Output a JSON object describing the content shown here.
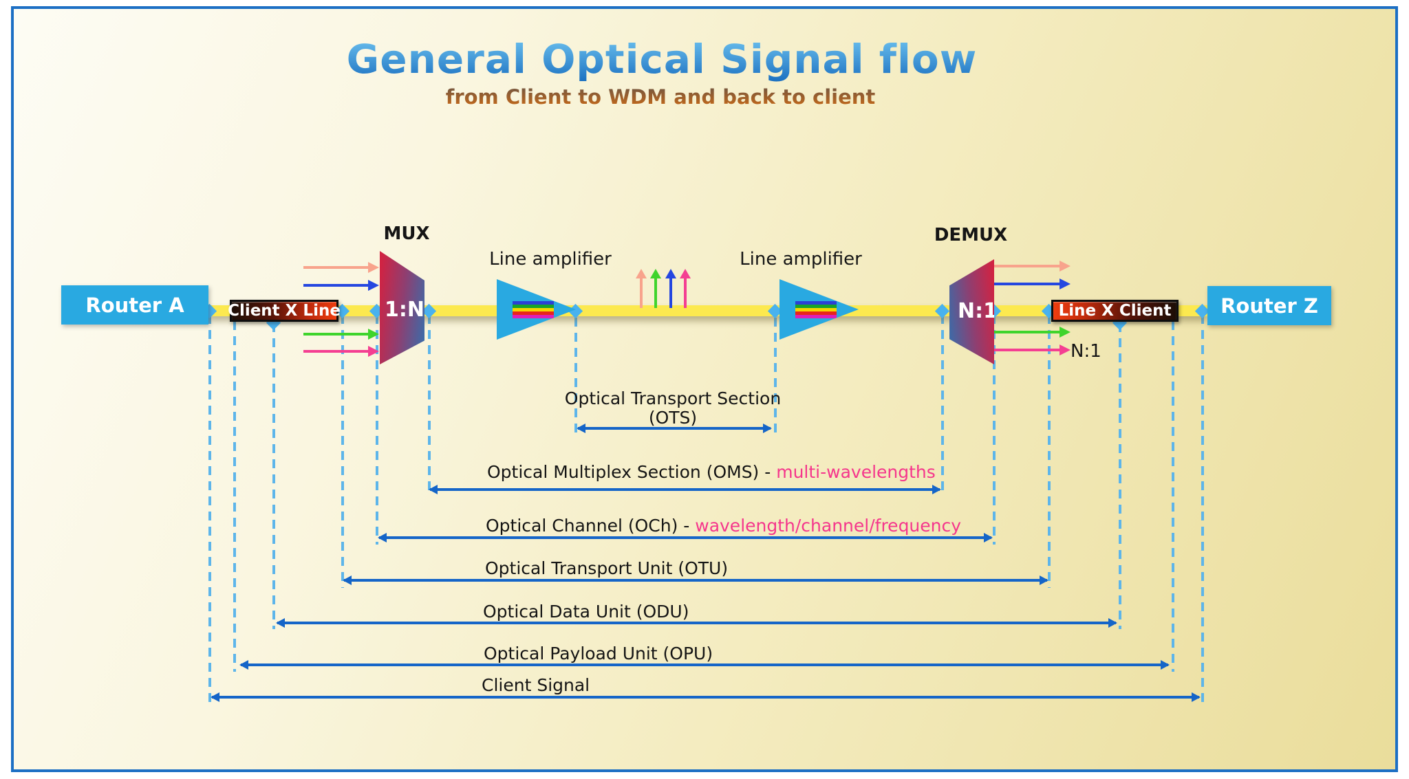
{
  "header": {
    "title": "General Optical Signal flow",
    "subtitle": "from Client to WDM and back to client"
  },
  "nodes": {
    "router_a": "Router A",
    "router_z": "Router Z",
    "client_x_line": "Client X Line",
    "line_x_client": "Line X Client",
    "mux": {
      "label": "MUX",
      "ratio": "1:N"
    },
    "demux": {
      "label": "DEMUX",
      "ratio": "N:1"
    },
    "amplifier_1": "Line amplifier",
    "amplifier_2": "Line amplifier",
    "n_to_1_note": "N:1"
  },
  "spans": [
    {
      "id": "ots",
      "label": "Optical Transport Section",
      "label2": "(OTS)",
      "highlight": ""
    },
    {
      "id": "oms",
      "label": "Optical Multiplex Section (OMS) - ",
      "highlight": "multi-wavelengths"
    },
    {
      "id": "och",
      "label": "Optical Channel (OCh) - ",
      "highlight": "wavelength/channel/frequency"
    },
    {
      "id": "otu",
      "label": "Optical Transport Unit (OTU)",
      "highlight": ""
    },
    {
      "id": "odu",
      "label": "Optical Data Unit (ODU)",
      "highlight": ""
    },
    {
      "id": "opu",
      "label": "Optical Payload Unit (OPU)",
      "highlight": ""
    },
    {
      "id": "client_signal",
      "label": "Client Signal",
      "highlight": ""
    }
  ],
  "colors": {
    "accent_blue": "#1565c8",
    "router_blue": "#29a9e1",
    "line_yellow": "#fce94f",
    "dash_blue": "#5db5ea",
    "highlight_pink": "#f5368c",
    "frame_border_blue": "#1c6fc4",
    "wavelength_arrows": [
      "#f8a38c",
      "#2547e0",
      "#3fd42c",
      "#f43f92"
    ]
  }
}
